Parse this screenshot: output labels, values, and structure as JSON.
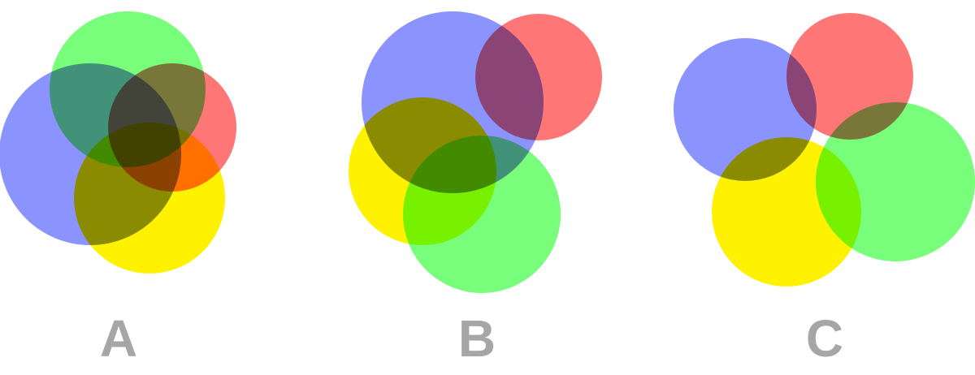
{
  "colors": {
    "blue": "#8b93fe",
    "red": "#ff7676",
    "green": "#78fe7a",
    "yellow": "#fff200",
    "label": "#a6a6a6"
  },
  "panels": [
    {
      "label": "A",
      "circles": [
        "yellow",
        "red",
        "green",
        "blue"
      ]
    },
    {
      "label": "B",
      "circles": [
        "yellow",
        "blue",
        "green",
        "red"
      ]
    },
    {
      "label": "C",
      "circles": [
        "blue",
        "red",
        "yellow",
        "green"
      ]
    }
  ]
}
